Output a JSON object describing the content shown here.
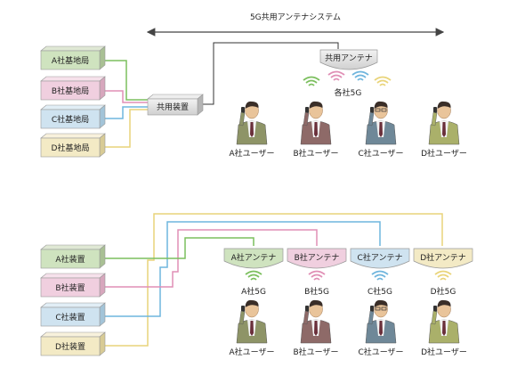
{
  "top": {
    "title": "5G共用アンテナシステム",
    "base_stations": [
      {
        "label": "A社基地局",
        "color": "#cfe3bf"
      },
      {
        "label": "B社基地局",
        "color": "#f0cfdf"
      },
      {
        "label": "C社基地局",
        "color": "#cfe3f0"
      },
      {
        "label": "D社基地局",
        "color": "#f3eac5"
      }
    ],
    "shared_device": "共用装置",
    "shared_antenna": "共用アンテナ",
    "signal_label": "各社5G",
    "users": [
      "A社ユーザー",
      "B社ユーザー",
      "C社ユーザー",
      "D社ユーザー"
    ]
  },
  "bottom": {
    "devices": [
      {
        "label": "A社装置",
        "color": "#cfe3bf"
      },
      {
        "label": "B社装置",
        "color": "#f0cfdf"
      },
      {
        "label": "C社装置",
        "color": "#cfe3f0"
      },
      {
        "label": "D社装置",
        "color": "#f3eac5"
      }
    ],
    "antennas": [
      {
        "label": "A社アンテナ",
        "color": "#cfe3bf"
      },
      {
        "label": "B社アンテナ",
        "color": "#f0cfdf"
      },
      {
        "label": "C社アンテナ",
        "color": "#cfe3f0"
      },
      {
        "label": "D社アンテナ",
        "color": "#f3eac5"
      }
    ],
    "signals": [
      "A社5G",
      "B社5G",
      "C社5G",
      "D社5G"
    ],
    "users": [
      "A社ユーザー",
      "B社ユーザー",
      "C社ユーザー",
      "D社ユーザー"
    ]
  },
  "colors": {
    "line_a": "#7cbf5e",
    "line_b": "#e08fb5",
    "line_c": "#6fb5dd",
    "line_d": "#e9d47a",
    "suit_a": "#8e9467",
    "suit_b": "#8e6a68",
    "suit_c": "#6f8898",
    "suit_d": "#aab06a"
  }
}
